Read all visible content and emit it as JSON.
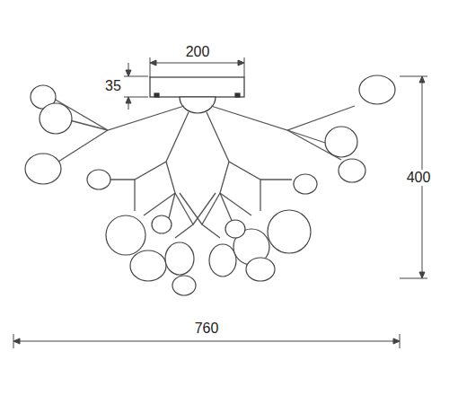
{
  "diagram": {
    "labels": [
      "200",
      "35",
      "400",
      "760"
    ]
  }
}
